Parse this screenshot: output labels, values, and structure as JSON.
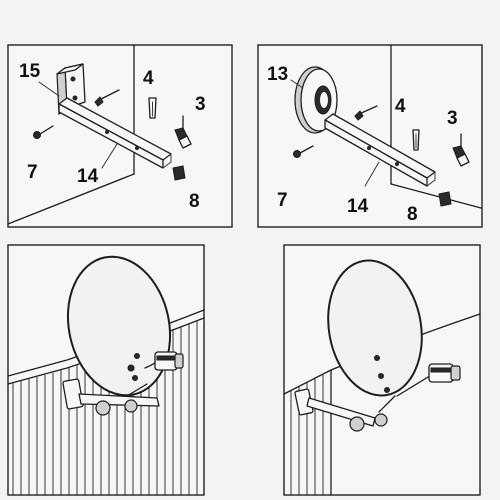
{
  "panel_1": {
    "labels": {
      "l15": "15",
      "l4": "4",
      "l3": "3",
      "l7": "7",
      "l14": "14",
      "l8": "8"
    }
  },
  "panel_2": {
    "labels": {
      "l13": "13",
      "l4": "4",
      "l3": "3",
      "l7": "7",
      "l14": "14",
      "l8": "8"
    }
  }
}
